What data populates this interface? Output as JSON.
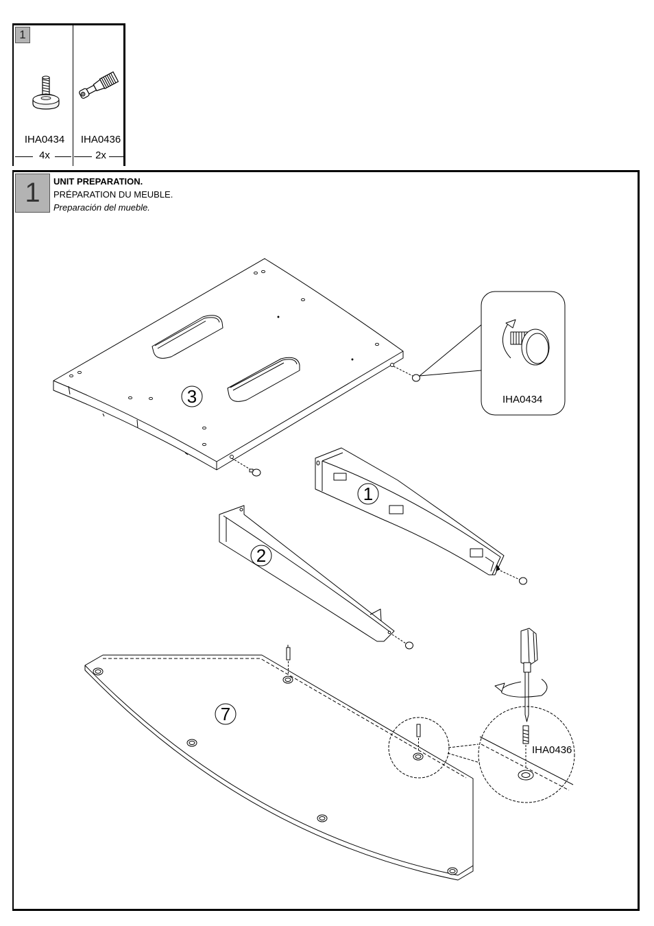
{
  "hardware": {
    "panel_number": "1",
    "items": [
      {
        "code": "IHA0434",
        "qty": "4x",
        "icon": "leveler-foot-icon"
      },
      {
        "code": "IHA0436",
        "qty": "2x",
        "icon": "cam-bolt-icon"
      }
    ]
  },
  "step": {
    "number": "1",
    "title_en": "UNIT PREPARATION.",
    "title_fr": "PRÉPARATION DU MEUBLE.",
    "title_es": "Preparación del mueble."
  },
  "parts": {
    "part_3": "3",
    "part_1": "1",
    "part_2": "2",
    "part_7": "7"
  },
  "callouts": {
    "leveler_code": "IHA0434",
    "cam_bolt_code": "IHA0436"
  }
}
